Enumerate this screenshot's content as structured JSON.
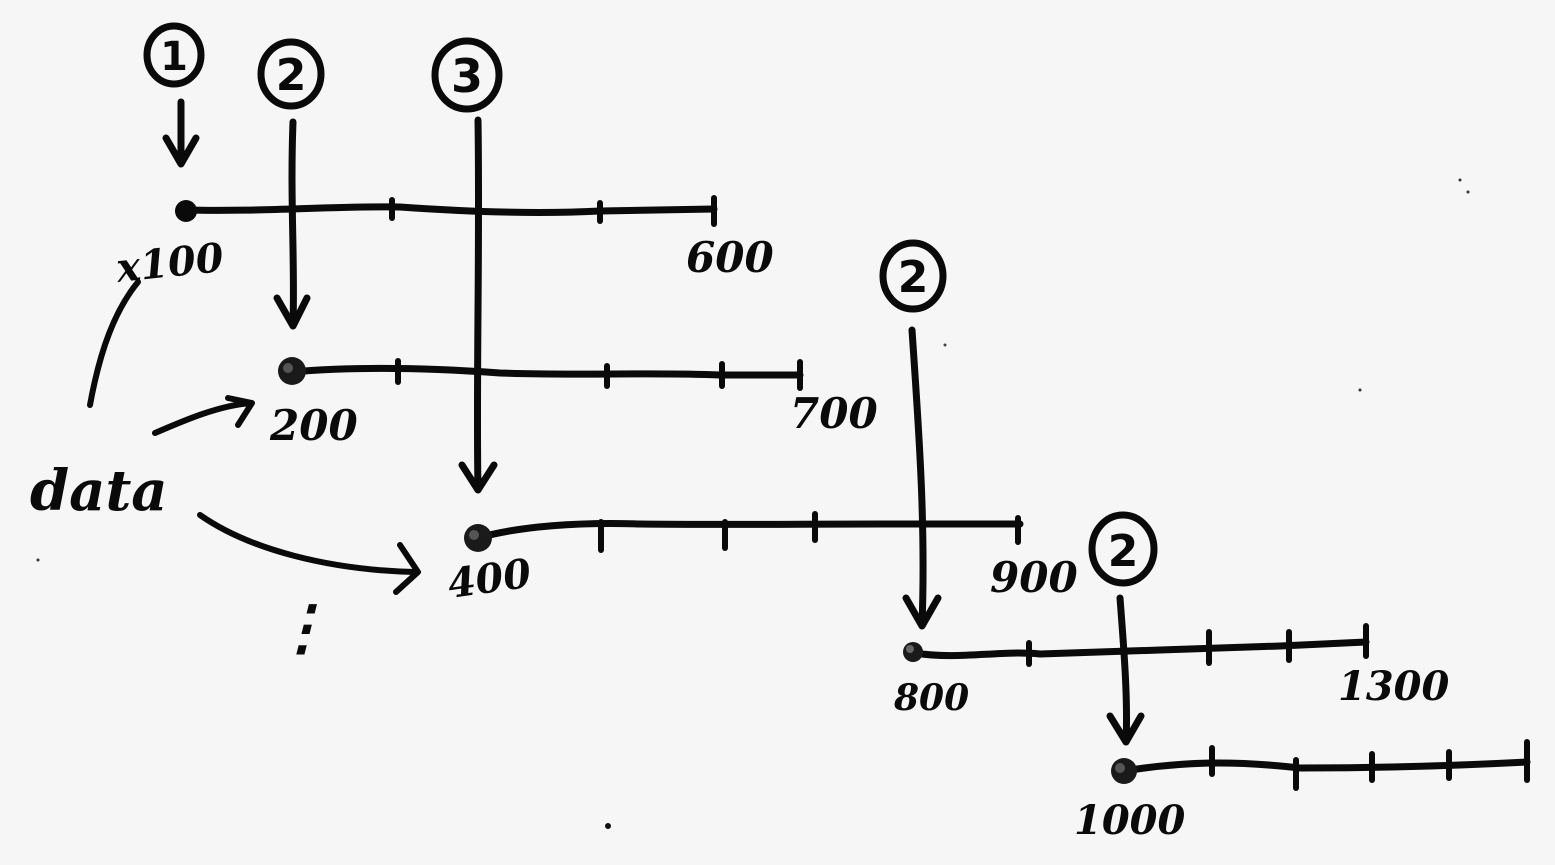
{
  "diagram": {
    "source_label": "data",
    "continuation": "⋮",
    "step_markers": [
      {
        "id": "m1",
        "text": "1"
      },
      {
        "id": "m2",
        "text": "2"
      },
      {
        "id": "m3",
        "text": "3"
      },
      {
        "id": "m4",
        "text": "2"
      },
      {
        "id": "m5",
        "text": "2"
      }
    ],
    "timelines": [
      {
        "id": "t1",
        "start_label": "x100",
        "end_label": "600"
      },
      {
        "id": "t2",
        "start_label": "200",
        "end_label": "700"
      },
      {
        "id": "t3",
        "start_label": "400",
        "end_label": "900"
      },
      {
        "id": "t4",
        "start_label": "800",
        "end_label": "1300"
      },
      {
        "id": "t5",
        "start_label": "1000",
        "end_label": ""
      }
    ]
  }
}
